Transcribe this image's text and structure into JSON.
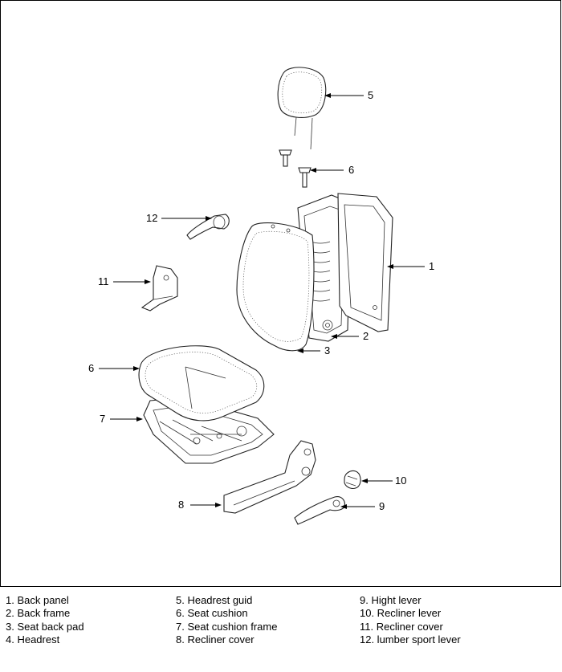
{
  "callouts": [
    "1",
    "2",
    "3",
    "5",
    "6",
    "6",
    "7",
    "8",
    "9",
    "10",
    "11",
    "12"
  ],
  "legend": {
    "col1": [
      "1. Back panel",
      "2. Back frame",
      "3. Seat back pad",
      "4. Headrest"
    ],
    "col2": [
      "5. Headrest guid",
      "6. Seat cushion",
      "7. Seat cushion frame",
      "8. Recliner cover"
    ],
    "col3": [
      "9. Hight lever",
      "10. Recliner lever",
      "11. Recliner cover",
      "12. lumber sport lever"
    ]
  }
}
